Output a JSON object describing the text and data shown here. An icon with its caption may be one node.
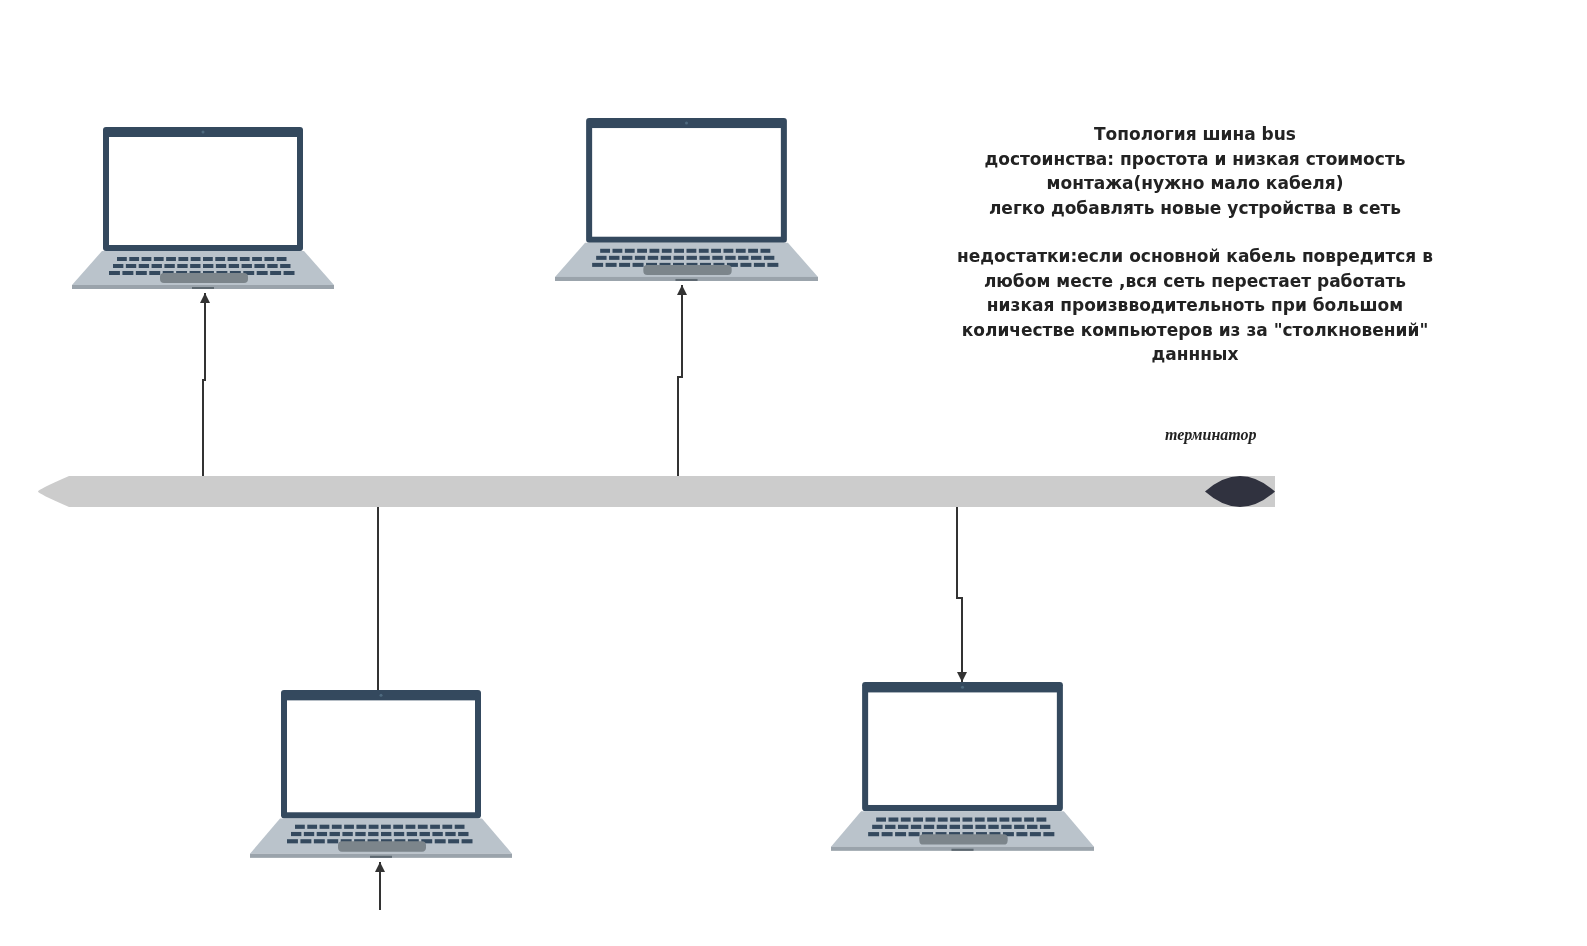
{
  "diagram": {
    "title": "Топология шина bus",
    "nodes": [
      {
        "text": [],
        "shape": "bar"
      },
      {
        "text": [],
        "shape": "circle",
        "beside": [
          "терминатор"
        ],
        "in": 0
      },
      {
        "text": [],
        "shape": "picture"
      },
      {
        "text": [],
        "shape": "picture"
      },
      {
        "text": [],
        "shape": "picture"
      },
      {
        "text": [],
        "shape": "picture"
      }
    ],
    "edges": [
      {
        "from": 0,
        "to": 2,
        "arrow": "to"
      },
      {
        "from": 0,
        "to": 3,
        "arrow": "to"
      },
      {
        "from": 0,
        "to": 4,
        "arrow": "none"
      },
      {
        "from": null,
        "to": 4,
        "arrow": "to"
      },
      {
        "from": 0,
        "to": 5,
        "arrow": "to"
      }
    ],
    "labels": [
      "достоинства: простота и низкая стоимость монтажа(нужно мало кабеля)",
      "легко добавлять новые устройства в сеть",
      "недостатки:если основной кабель повредится в любом месте ,вся сеть перестает работать",
      "низкая произвводительноть при большом количестве компьютеров из за \"столкновений\" даннных"
    ]
  }
}
